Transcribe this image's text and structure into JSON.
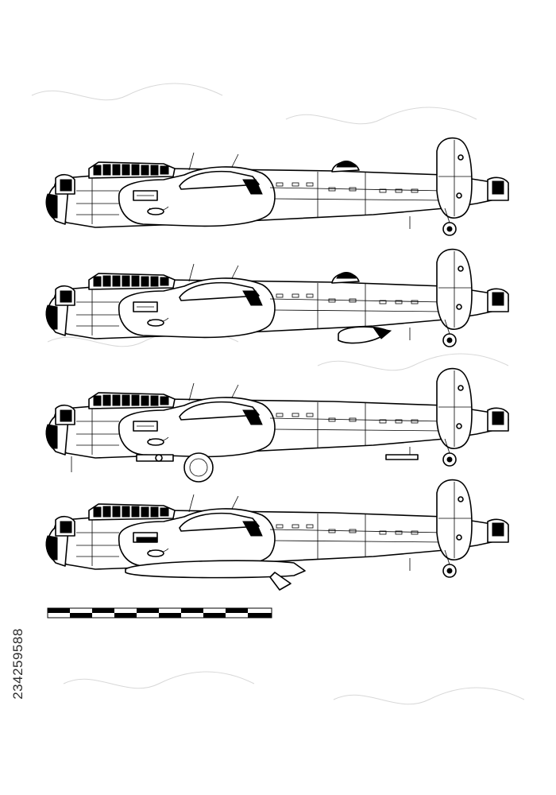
{
  "image": {
    "stock_id": "234259588",
    "watermark": "adobe-stock-watermark"
  },
  "drawings": [
    {
      "variant": "standard",
      "dorsal_turret": true,
      "ventral_bulge": false,
      "bomb_bay": "closed"
    },
    {
      "variant": "ventral-fairing",
      "dorsal_turret": true,
      "ventral_bulge": true,
      "bomb_bay": "closed"
    },
    {
      "variant": "upkeep-carrier",
      "dorsal_turret": false,
      "ventral_bulge": false,
      "bomb_bay": "open"
    },
    {
      "variant": "grand-slam-carrier",
      "dorsal_turret": false,
      "ventral_bulge": false,
      "bomb_bay": "bomb"
    }
  ],
  "scale_bar": {
    "segments": 10,
    "colors": {
      "dark": "#000000",
      "light": "#ffffff"
    }
  }
}
